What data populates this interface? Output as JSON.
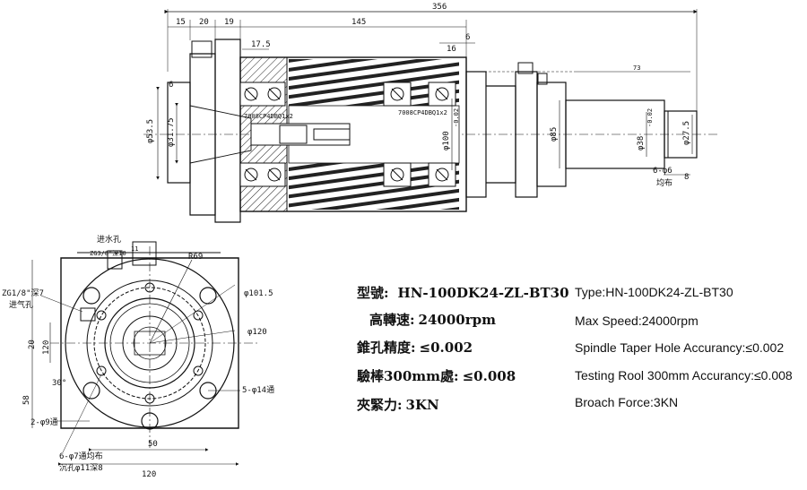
{
  "dims": {
    "overall_length": "356",
    "d15": "15",
    "d20": "20",
    "d19": "19",
    "d145": "145",
    "d17_5": "17.5",
    "d6_left": "6",
    "d16": "16",
    "d6_mid": "6",
    "d73": "73",
    "d8": "8",
    "phi53_5": "φ53.5",
    "phi31_75": "φ31.75",
    "phi100": "φ100",
    "phi100_tol": "-0.02",
    "phi85": "φ85",
    "phi38": "φ38",
    "phi38_tol": "-0.02",
    "phi27_5": "φ27.5",
    "holes_6x6": "6-φ6",
    "holes_6x6_note": "均布",
    "bearing_left": "7008CP4DBQ1x2",
    "bearing_right": "7008CP4DBQ1x2",
    "end_water": "进水孔",
    "end_zg38": "ZG3/8\"深10",
    "end_11": "11",
    "end_r69": "R69",
    "end_zg18": "ZG1/8\"深7",
    "end_air": "进气孔",
    "end_phi101_5": "φ101.5",
    "end_phi120": "φ120",
    "end_120_v": "120",
    "end_20": "20",
    "end_30deg": "30°",
    "end_58": "58",
    "end_5x14": "5-φ14通",
    "end_2x9": "2-φ9通",
    "end_6x7": "6-φ7通均布",
    "end_cb": "沉孔φ11深8",
    "end_50": "50",
    "end_120_h": "120"
  },
  "specs_cn": [
    {
      "label": "型號:",
      "value": "HN-100DK24-ZL-BT30"
    },
    {
      "label": "高轉速:",
      "value": "24000rpm"
    },
    {
      "label": "錐孔精度:",
      "value": "≤0.002"
    },
    {
      "label": "驗棒300mm處:",
      "value": "≤0.008"
    },
    {
      "label": "夾緊力:",
      "value": "3KN"
    }
  ],
  "specs_en": [
    "Type:HN-100DK24-ZL-BT30",
    "Max Speed:24000rpm",
    "Spindle Taper Hole Accurancy:≤0.002",
    "Testing Rool 300mm Accurancy:≤0.008",
    "Broach Force:3KN"
  ]
}
